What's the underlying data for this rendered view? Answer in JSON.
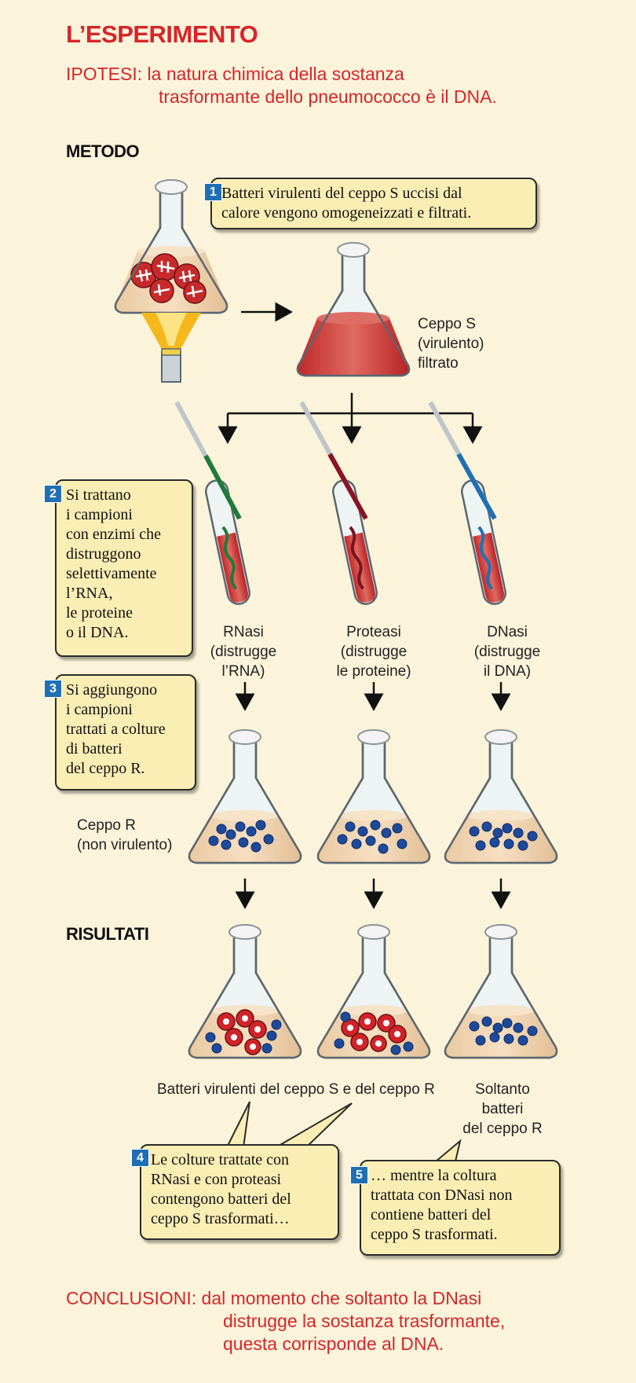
{
  "title": "L’ESPERIMENTO",
  "hypothesis": {
    "label": "IPOTESI:",
    "line1": "la natura chimica della sostanza",
    "line2": "trasformante dello pneumococco è il DNA."
  },
  "sections": {
    "method": "METODO",
    "results": "RISULTATI"
  },
  "steps": [
    {
      "num": "1",
      "lines": [
        "Batteri virulenti del ceppo S uccisi dal",
        "calore vengono omogeneizzati e filtrati."
      ]
    },
    {
      "num": "2",
      "lines": [
        "Si trattano",
        "i campioni",
        "con enzimi che",
        "distruggono",
        "selettivamente",
        "l’RNA,",
        "le proteine",
        "o il DNA."
      ]
    },
    {
      "num": "3",
      "lines": [
        "Si aggiungono",
        "i campioni",
        "trattati a colture",
        "di batteri",
        "del ceppo R."
      ]
    },
    {
      "num": "4",
      "lines": [
        "Le colture trattate con",
        "RNasi e con proteasi",
        "contengono batteri del",
        "ceppo S trasformati…"
      ]
    },
    {
      "num": "5",
      "lines": [
        "… mentre la coltura",
        "trattata con DNasi non",
        "contiene batteri del",
        "ceppo S trasformati."
      ]
    }
  ],
  "labels": {
    "ceppo_s": [
      "Ceppo S",
      "(virulento)",
      "filtrato"
    ],
    "enzymes": [
      [
        "RNasi",
        "(distrugge",
        "l’RNA)"
      ],
      [
        "Proteasi",
        "(distrugge",
        "le proteine)"
      ],
      [
        "DNasi",
        "(distrugge",
        "il DNA)"
      ]
    ],
    "ceppo_r": [
      "Ceppo R",
      "(non virulento)"
    ],
    "result_left": "Batteri virulenti del ceppo S e del ceppo R",
    "result_right": [
      "Soltanto",
      "batteri",
      "del ceppo R"
    ]
  },
  "conclusion": {
    "label": "CONCLUSIONI:",
    "line1": "dal momento che soltanto la DNasi",
    "line2": "distrugge la sostanza trasformante,",
    "line3": "questa corrisponde al DNA."
  },
  "colors": {
    "accent_red": "#d8242b",
    "step_blue": "#1f6fb5",
    "box_fill": "#fbeeb5",
    "background": "#fcf4da"
  }
}
